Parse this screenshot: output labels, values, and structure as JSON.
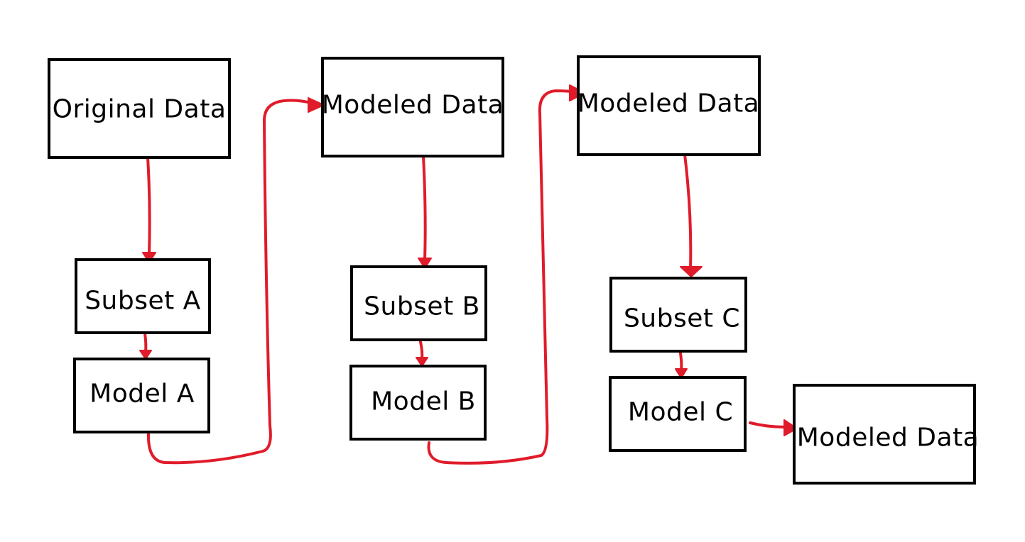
{
  "colors": {
    "box_stroke": "#000000",
    "arrow": "#e01b2a",
    "background": "#ffffff"
  },
  "nodes": {
    "original_data": "Original Data",
    "modeled_data_1": "Modeled Data",
    "modeled_data_2": "Modeled Data",
    "modeled_data_3": "Modeled Data",
    "subset_a": "Subset A",
    "model_a": "Model A",
    "subset_b": "Subset B",
    "model_b": "Model B",
    "subset_c": "Subset C",
    "model_c": "Model C"
  },
  "edges": [
    {
      "from": "original_data",
      "to": "subset_a"
    },
    {
      "from": "subset_a",
      "to": "model_a"
    },
    {
      "from": "model_a",
      "to": "modeled_data_1"
    },
    {
      "from": "modeled_data_1",
      "to": "subset_b"
    },
    {
      "from": "subset_b",
      "to": "model_b"
    },
    {
      "from": "model_b",
      "to": "modeled_data_2"
    },
    {
      "from": "modeled_data_2",
      "to": "subset_c"
    },
    {
      "from": "subset_c",
      "to": "model_c"
    },
    {
      "from": "model_c",
      "to": "modeled_data_3"
    }
  ]
}
